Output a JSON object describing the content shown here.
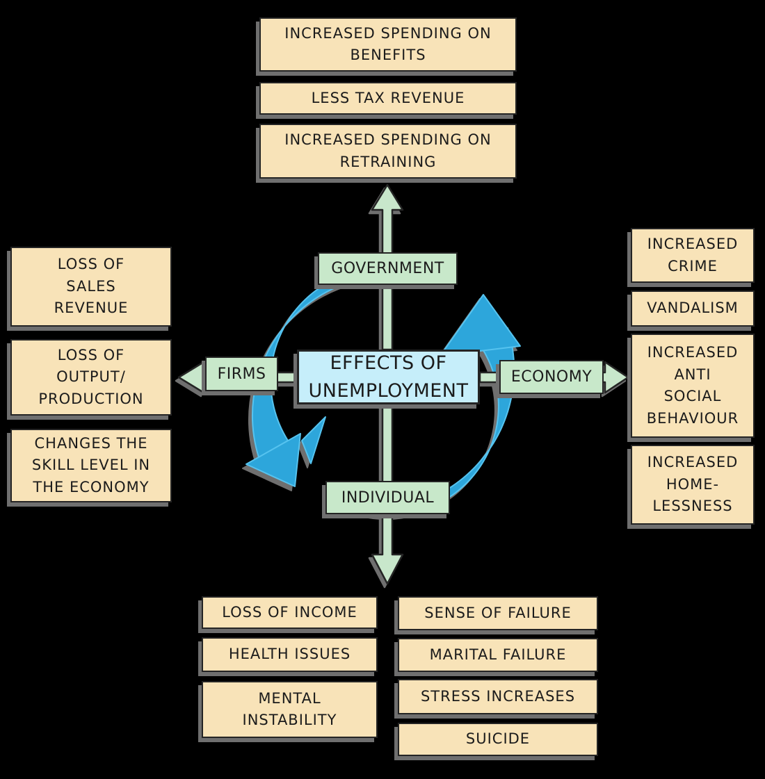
{
  "title": "EFFECTS OF\nUNEMPLOYMENT",
  "nodes": {
    "government": "GOVERNMENT",
    "firms": "FIRMS",
    "economy": "ECONOMY",
    "individual": "INDIVIDUAL"
  },
  "government_effects": {
    "benefits": "INCREASED SPENDING ON\nBENEFITS",
    "tax": "LESS TAX REVENUE",
    "retraining": "INCREASED SPENDING ON\nRETRAINING"
  },
  "firm_effects": {
    "sales": "LOSS OF\nSALES\nREVENUE",
    "output": "LOSS OF\nOUTPUT/\nPRODUCTION",
    "skills": "CHANGES THE\nSKILL LEVEL IN\nTHE ECONOMY"
  },
  "economy_effects": {
    "crime": "INCREASED\nCRIME",
    "vandalism": "VANDALISM",
    "antisocial": "INCREASED\nANTI\nSOCIAL\nBEHAVIOUR",
    "homelessness": "INCREASED\nHOME-\nLESSNESS"
  },
  "individual_effects": {
    "income": "LOSS OF INCOME",
    "health": "HEALTH ISSUES",
    "mental": "MENTAL\nINSTABILITY",
    "failure": "SENSE OF FAILURE",
    "marital": "MARITAL FAILURE",
    "stress": "STRESS INCREASES",
    "suicide": "SUICIDE"
  },
  "colors": {
    "effect_box": "#f8e3b8",
    "node_box": "#c8e8ca",
    "title_box": "#c6eefa",
    "cycle_blue": "#2da6db",
    "cycle_edge": "#56c3ef",
    "arrow_green": "#c8e7cb",
    "outline": "#242424",
    "shadow": "#6f6f6f",
    "background": "#000000",
    "ink": "#1b1b1b"
  }
}
